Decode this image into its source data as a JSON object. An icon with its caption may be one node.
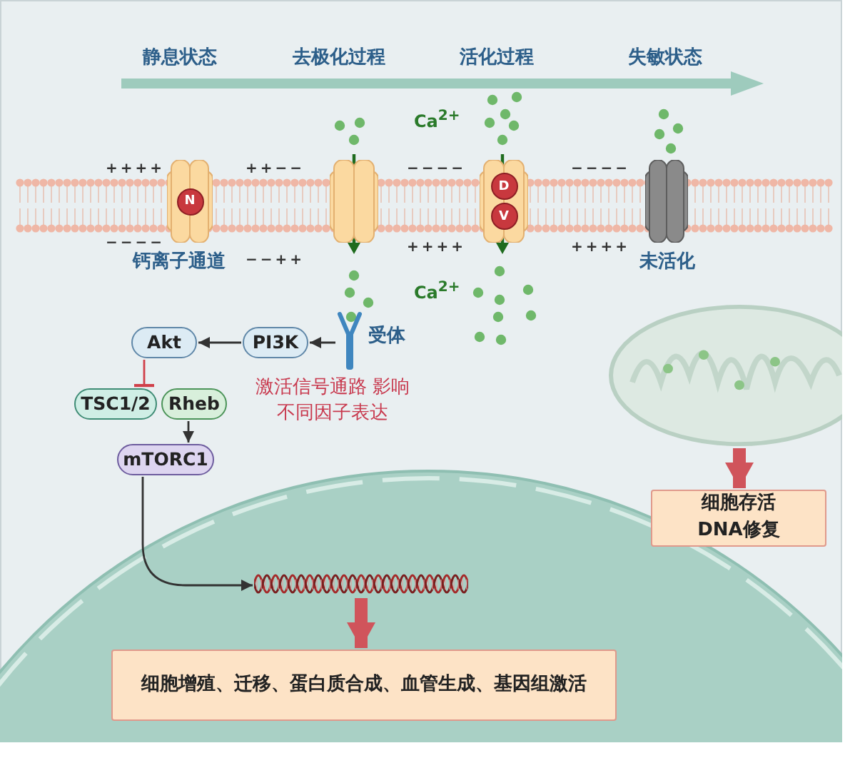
{
  "diagram": {
    "nodes": [
      {
        "text": [
          "N"
        ],
        "beside": [
          "钙离子通道"
        ]
      },
      {
        "text": [],
        "shape": "picture"
      },
      {
        "text": [
          "D",
          "V"
        ]
      },
      {
        "text": [],
        "shape": "picture",
        "beside": [
          "未活化"
        ]
      },
      {
        "text": [],
        "shape": "picture",
        "beside": [
          "受体"
        ]
      },
      {
        "text": [
          "Akt"
        ]
      },
      {
        "text": [
          "PI3K"
        ]
      },
      {
        "text": [
          "TSC1/2"
        ]
      },
      {
        "text": [
          "Rheb"
        ]
      },
      {
        "text": [
          "mTORC1"
        ]
      },
      {
        "text": [],
        "shape": "picture"
      },
      {
        "text": [],
        "shape": "picture"
      },
      {
        "text": [
          "细胞增殖、迁移、蛋白质合成、血管生成、基因组激活"
        ]
      },
      {
        "text": [
          "细胞存活 DNA修复"
        ]
      }
    ],
    "edges": [
      {
        "from": 4,
        "to": 6,
        "arrow": "to"
      },
      {
        "from": 6,
        "to": 5,
        "arrow": "to"
      },
      {
        "from": 5,
        "to": 7,
        "arrow": "other",
        "color": "#d0404a"
      },
      {
        "from": 8,
        "to": 9,
        "arrow": "to"
      },
      {
        "from": 9,
        "to": 11,
        "arrow": "to"
      },
      {
        "from": 11,
        "to": 12,
        "arrow": "to",
        "style": "thick",
        "color": "#d0545b"
      },
      {
        "from": 10,
        "to": 13,
        "arrow": "to",
        "style": "thick",
        "color": "#d0545b"
      }
    ],
    "labels": [
      "静息状态",
      "去极化过程",
      "活化过程",
      "失敏状态",
      "Ca$^{2+}$",
      "++++",
      "++−−",
      "−−−−",
      "−−−−",
      "−−−−",
      "−−++",
      "++++",
      "++++",
      "Ca$^{2+}$",
      "激活信号通路 影响不同因子表达"
    ]
  }
}
